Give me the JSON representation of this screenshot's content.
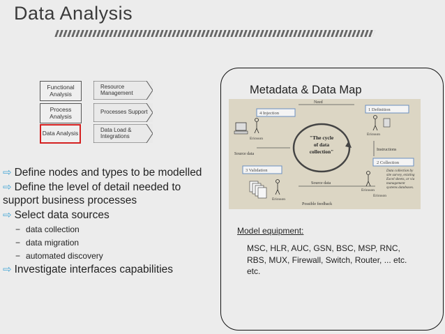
{
  "title": "Data Analysis",
  "process": {
    "boxes": [
      "Functional Analysis",
      "Process Analysis",
      "Data Analysis"
    ],
    "arrows": [
      "Resource Management",
      "Processes Support",
      "Data Load & Integrations"
    ],
    "selected_color": "#d42020"
  },
  "bullets": {
    "b1": "Define nodes and types to be modelled",
    "b2": "Define the level of detail needed to support business processes",
    "b3": "Select data sources",
    "sub": [
      "data collection",
      "data migration",
      "automated discovery"
    ],
    "b4": "Investigate interfaces capabilities",
    "arrow_color": "#4aa8d6"
  },
  "panel": {
    "title": "Metadata & Data Map",
    "model_label": "Model equipment:",
    "model_list": "MSC, HLR, AUC, GSN, BSC, MSP, RNC, RBS, MUX, Firewall, Switch, Router, ... etc. etc."
  },
  "diagram": {
    "center": [
      "\"The cycle",
      "of data",
      "collection\""
    ],
    "steps": [
      "4 Injection",
      "1 Definition",
      "2 Collection",
      "3 Validation"
    ],
    "labels": {
      "need": "Need",
      "source1": "Source data",
      "source2": "Source data",
      "instructions": "Instructions",
      "feedback": "Possible feedback",
      "ericsson1": "Ericsson",
      "ericsson2": "Ericsson",
      "ericsson3": "Ericsson",
      "ericsson4": "Ericsson",
      "ericsson5": "Ericsson",
      "note": [
        "Data collection by",
        "site survey, existing",
        "Excel sheets, or via",
        "management",
        "systems databases."
      ]
    }
  }
}
